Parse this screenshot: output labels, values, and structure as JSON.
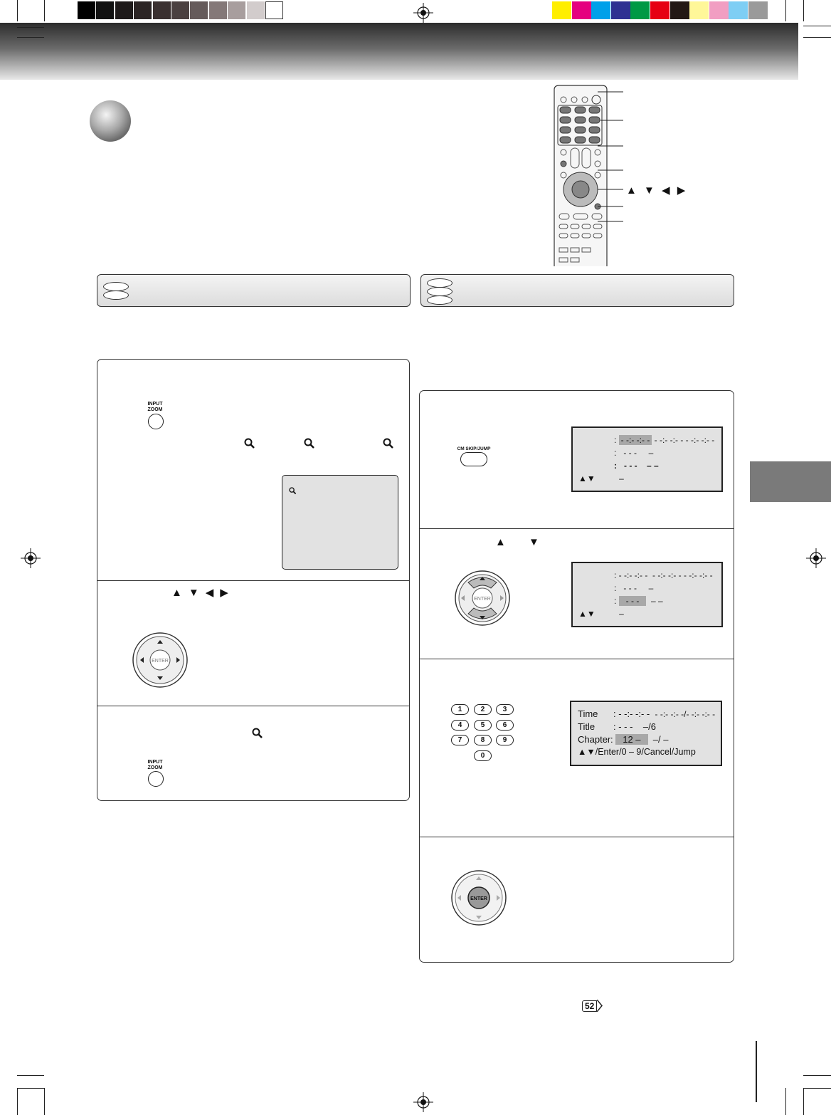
{
  "colors": {
    "grayscale_bar": [
      "#000000",
      "#111111",
      "#1e1a1a",
      "#2b2424",
      "#3a3030",
      "#4a4040",
      "#655a5a",
      "#847878",
      "#a89e9e",
      "#d2cccc",
      "#ffffff"
    ],
    "color_bar": [
      "#ffee00",
      "#e5007f",
      "#00a0e9",
      "#2e3192",
      "#009944",
      "#e60012",
      "#231815",
      "#fff799",
      "#f19ec2",
      "#7ecef4",
      "#9a9a9a"
    ],
    "header_band": "#5a5a5a",
    "osd_background": "#e2e2e2",
    "osd_highlight": "#a8a8a8",
    "side_tab": "#7a7a7a"
  },
  "remote": {
    "arrow_labels": "▲ ▼ ◀ ▶"
  },
  "left_panel": {
    "input_zoom_label": "INPUT\nZOOM",
    "arrow_labels": [
      "▲",
      "▼",
      "◀",
      "▶"
    ],
    "enter_label": "ENTER",
    "input_zoom_label_2": "INPUT\nZOOM"
  },
  "right_panel": {
    "cm_skip_jump_label": "CM SKIP/JUMP",
    "step2_arrows": [
      "▲",
      "▼"
    ],
    "enter_label": "ENTER",
    "keypad": [
      "1",
      "2",
      "3",
      "4",
      "5",
      "6",
      "7",
      "8",
      "9",
      "0"
    ],
    "osd1": {
      "time_hl": "- -:- -:- -",
      "time_rest": "- -:- -:- -  - -:- -:- -",
      "title_val": "- - -",
      "title_rest": "–",
      "chapter_val": "- - -",
      "chapter_rest": "– –",
      "nav": "▲▼",
      "nav_rest": "–"
    },
    "osd2": {
      "time_val": "- -:- -:- -",
      "time_rest": "- -:- -:- -  - -:- -:- -",
      "title_val": "- - -",
      "title_rest": "–",
      "chapter_hl": "- - -",
      "chapter_rest": "– –",
      "nav": "▲▼",
      "nav_rest": "–"
    },
    "osd3": {
      "time_label": "Time",
      "time_val": ": - -:- -:- -",
      "time_rest": "- -:- -:- -/- -:- -:- -",
      "title_label": "Title",
      "title_val": ":   - - -",
      "title_rest": "–/6",
      "chapter_label": "Chapter",
      "chapter_hl": "12 –",
      "chapter_rest": "–/ –",
      "nav": "▲▼/Enter/0 – 9/Cancel/Jump"
    }
  },
  "page_number": "52"
}
